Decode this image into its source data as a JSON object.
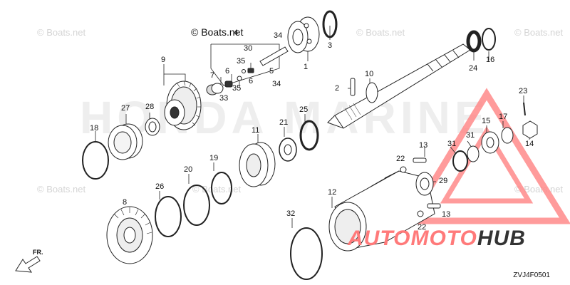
{
  "watermark": {
    "text": "© Boats.net",
    "honda_marine_text": "HONDA MARINE"
  },
  "credit": "© Boats.net",
  "diagram_code": "ZVJ4F0501",
  "front_label": "FR.",
  "brand": {
    "part1": "AUTOMOTO",
    "part2": "HUB",
    "accent_color": "#ff7a7a"
  },
  "callouts": {
    "c1": "1",
    "c2": "2",
    "c3": "3",
    "c4": "4",
    "c5": "5",
    "c6a": "6",
    "c6b": "6",
    "c7": "7",
    "c8": "8",
    "c9": "9",
    "c10": "10",
    "c11": "11",
    "c12": "12",
    "c13a": "13",
    "c13b": "13",
    "c14": "14",
    "c15": "15",
    "c16": "16",
    "c17": "17",
    "c18": "18",
    "c19": "19",
    "c20": "20",
    "c21": "21",
    "c22a": "22",
    "c22b": "22",
    "c23": "23",
    "c24": "24",
    "c25": "25",
    "c26": "26",
    "c27": "27",
    "c28": "28",
    "c29": "29",
    "c30": "30",
    "c31a": "31",
    "c31b": "31",
    "c32": "32",
    "c33": "33",
    "c34a": "34",
    "c34b": "34",
    "c35a": "35",
    "c35b": "35"
  }
}
